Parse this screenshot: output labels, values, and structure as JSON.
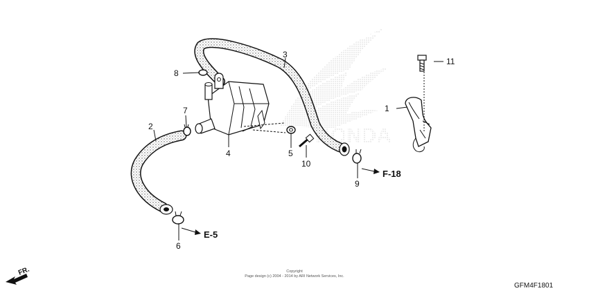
{
  "diagram": {
    "callouts": {
      "p1": "1",
      "p2": "2",
      "p3": "3",
      "p4": "4",
      "p5": "5",
      "p6": "6",
      "p7": "7",
      "p8": "8",
      "p9": "9",
      "p10": "10",
      "p11": "11"
    },
    "references": {
      "f18": "F-18",
      "e5": "E-5"
    },
    "direction": "FR.",
    "diagram_code": "GFM4F1801",
    "copyright": {
      "line1": "Copyright",
      "line2": "Page design (c) 2004 - 2014 by ARI Network Services, Inc."
    },
    "watermark": "HONDA"
  }
}
